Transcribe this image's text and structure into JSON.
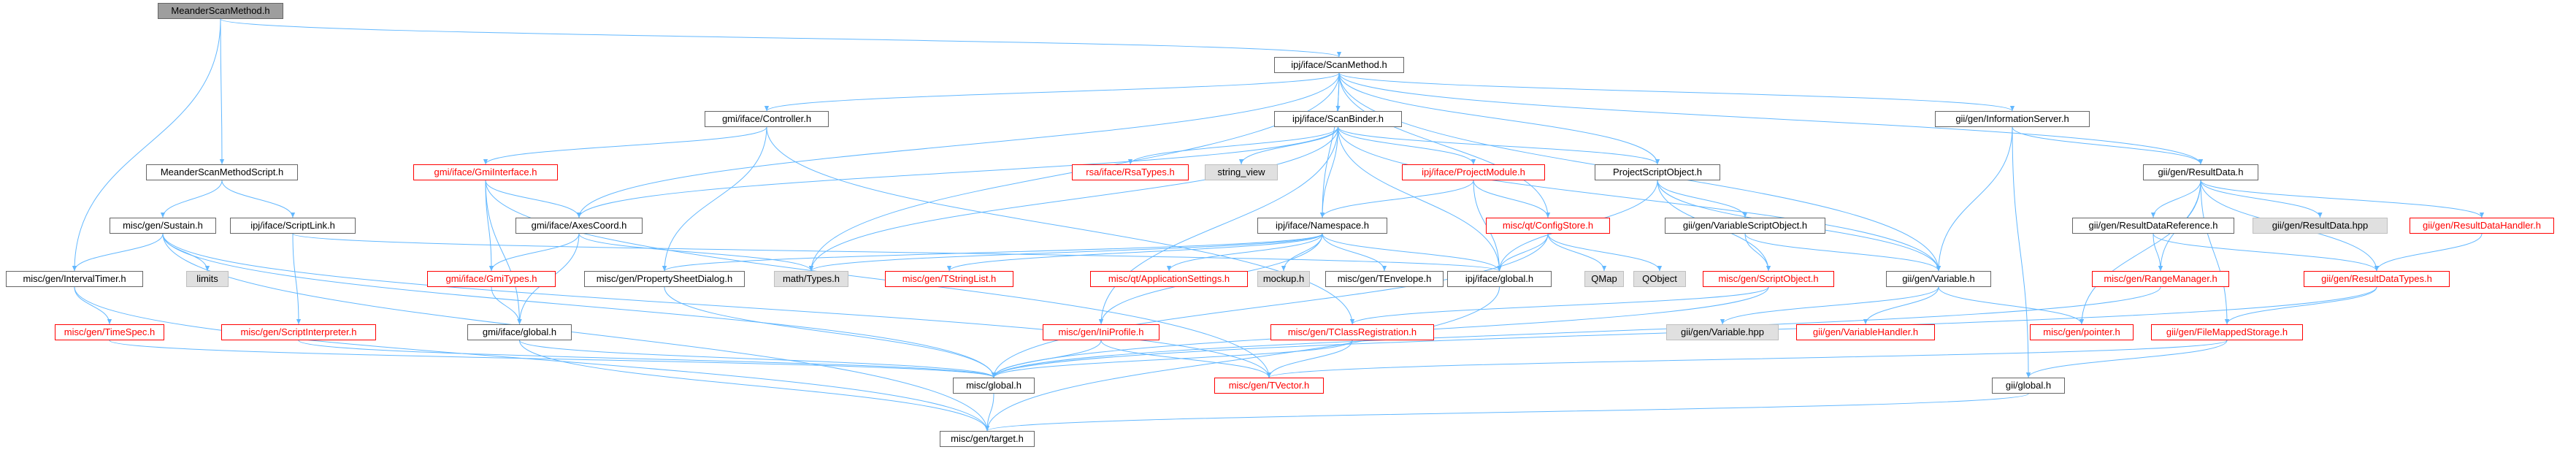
{
  "graph": {
    "edge_color": "#63b8ff",
    "nodes": [
      {
        "id": "root",
        "label": "MeanderScanMethod.h",
        "style": "root"
      },
      {
        "id": "scanmethod",
        "label": "ipj/iface/ScanMethod.h",
        "style": "normal"
      },
      {
        "id": "controller",
        "label": "gmi/iface/Controller.h",
        "style": "normal"
      },
      {
        "id": "scanbinder",
        "label": "ipj/iface/ScanBinder.h",
        "style": "normal"
      },
      {
        "id": "infoserver",
        "label": "gii/gen/InformationServer.h",
        "style": "normal"
      },
      {
        "id": "meanderscript",
        "label": "MeanderScanMethodScript.h",
        "style": "normal"
      },
      {
        "id": "gmiinterface",
        "label": "gmi/iface/GmiInterface.h",
        "style": "red"
      },
      {
        "id": "rsatypes",
        "label": "rsa/iface/RsaTypes.h",
        "style": "red"
      },
      {
        "id": "stringview",
        "label": "string_view",
        "style": "gray"
      },
      {
        "id": "projectmodule",
        "label": "ipj/iface/ProjectModule.h",
        "style": "red"
      },
      {
        "id": "projectscript",
        "label": "ProjectScriptObject.h",
        "style": "normal"
      },
      {
        "id": "resultdata",
        "label": "gii/gen/ResultData.h",
        "style": "normal"
      },
      {
        "id": "sustain",
        "label": "misc/gen/Sustain.h",
        "style": "normal"
      },
      {
        "id": "scriptlink",
        "label": "ipj/iface/ScriptLink.h",
        "style": "normal"
      },
      {
        "id": "axescoord",
        "label": "gmi/iface/AxesCoord.h",
        "style": "normal"
      },
      {
        "id": "namespace",
        "label": "ipj/iface/Namespace.h",
        "style": "normal"
      },
      {
        "id": "configstore",
        "label": "misc/qt/ConfigStore.h",
        "style": "red"
      },
      {
        "id": "variablescript",
        "label": "gii/gen/VariableScriptObject.h",
        "style": "normal"
      },
      {
        "id": "resultdataref",
        "label": "gii/gen/ResultDataReference.h",
        "style": "normal"
      },
      {
        "id": "resultdatahpp",
        "label": "gii/gen/ResultData.hpp",
        "style": "gray"
      },
      {
        "id": "resultdatahandler",
        "label": "gii/gen/ResultDataHandler.h",
        "style": "red"
      },
      {
        "id": "limits",
        "label": "limits",
        "style": "gray"
      },
      {
        "id": "intervaltimer",
        "label": "misc/gen/IntervalTimer.h",
        "style": "normal"
      },
      {
        "id": "gmitypes",
        "label": "gmi/iface/GmiTypes.h",
        "style": "red"
      },
      {
        "id": "propsheet",
        "label": "misc/gen/PropertySheetDialog.h",
        "style": "normal"
      },
      {
        "id": "mathtypes",
        "label": "math/Types.h",
        "style": "gray"
      },
      {
        "id": "tstringlist",
        "label": "misc/gen/TStringList.h",
        "style": "red"
      },
      {
        "id": "appsettings",
        "label": "misc/qt/ApplicationSettings.h",
        "style": "red"
      },
      {
        "id": "mockup",
        "label": "mockup.h",
        "style": "gray"
      },
      {
        "id": "tenvelope",
        "label": "misc/gen/TEnvelope.h",
        "style": "normal"
      },
      {
        "id": "ipjglobal",
        "label": "ipj/iface/global.h",
        "style": "normal"
      },
      {
        "id": "qmap",
        "label": "QMap",
        "style": "gray"
      },
      {
        "id": "qobject",
        "label": "QObject",
        "style": "gray"
      },
      {
        "id": "scriptobject",
        "label": "misc/gen/ScriptObject.h",
        "style": "red"
      },
      {
        "id": "variable",
        "label": "gii/gen/Variable.h",
        "style": "normal"
      },
      {
        "id": "rangemanager",
        "label": "misc/gen/RangeManager.h",
        "style": "red"
      },
      {
        "id": "resultdatatypes",
        "label": "gii/gen/ResultDataTypes.h",
        "style": "red"
      },
      {
        "id": "timespec",
        "label": "misc/gen/TimeSpec.h",
        "style": "red"
      },
      {
        "id": "scriptinterpreter",
        "label": "misc/gen/ScriptInterpreter.h",
        "style": "red"
      },
      {
        "id": "gmiglobal",
        "label": "gmi/iface/global.h",
        "style": "normal"
      },
      {
        "id": "iniprofile",
        "label": "misc/gen/IniProfile.h",
        "style": "red"
      },
      {
        "id": "tclassreg",
        "label": "misc/gen/TClassRegistration.h",
        "style": "red"
      },
      {
        "id": "variablehpp",
        "label": "gii/gen/Variable.hpp",
        "style": "gray"
      },
      {
        "id": "variablehandler",
        "label": "gii/gen/VariableHandler.h",
        "style": "red"
      },
      {
        "id": "pointer",
        "label": "misc/gen/pointer.h",
        "style": "red"
      },
      {
        "id": "filemapped",
        "label": "gii/gen/FileMappedStorage.h",
        "style": "red"
      },
      {
        "id": "miscglobal",
        "label": "misc/global.h",
        "style": "normal"
      },
      {
        "id": "tvector",
        "label": "misc/gen/TVector.h",
        "style": "red"
      },
      {
        "id": "giiglobal",
        "label": "gii/global.h",
        "style": "normal"
      },
      {
        "id": "target",
        "label": "misc/gen/target.h",
        "style": "normal"
      }
    ],
    "edges": [
      [
        "root",
        "scanmethod"
      ],
      [
        "root",
        "meanderscript"
      ],
      [
        "root",
        "intervaltimer"
      ],
      [
        "scanmethod",
        "controller"
      ],
      [
        "scanmethod",
        "scanbinder"
      ],
      [
        "scanmethod",
        "infoserver"
      ],
      [
        "scanmethod",
        "axescoord"
      ],
      [
        "scanmethod",
        "namespace"
      ],
      [
        "scanmethod",
        "projectscript"
      ],
      [
        "scanmethod",
        "resultdata"
      ],
      [
        "scanmethod",
        "configstore"
      ],
      [
        "scanmethod",
        "mathtypes"
      ],
      [
        "scanmethod",
        "variable"
      ],
      [
        "controller",
        "gmiinterface"
      ],
      [
        "controller",
        "propsheet"
      ],
      [
        "controller",
        "tclassreg"
      ],
      [
        "scanbinder",
        "rsatypes"
      ],
      [
        "scanbinder",
        "stringview"
      ],
      [
        "scanbinder",
        "projectmodule"
      ],
      [
        "scanbinder",
        "projectscript"
      ],
      [
        "scanbinder",
        "namespace"
      ],
      [
        "scanbinder",
        "axescoord"
      ],
      [
        "scanbinder",
        "mathtypes"
      ],
      [
        "scanbinder",
        "variable"
      ],
      [
        "scanbinder",
        "ipjglobal"
      ],
      [
        "scanbinder",
        "iniprofile"
      ],
      [
        "infoserver",
        "resultdata"
      ],
      [
        "infoserver",
        "variable"
      ],
      [
        "infoserver",
        "giiglobal"
      ],
      [
        "meanderscript",
        "sustain"
      ],
      [
        "meanderscript",
        "scriptlink"
      ],
      [
        "gmiinterface",
        "axescoord"
      ],
      [
        "gmiinterface",
        "gmitypes"
      ],
      [
        "gmiinterface",
        "gmiglobal"
      ],
      [
        "gmiinterface",
        "tvector"
      ],
      [
        "projectmodule",
        "namespace"
      ],
      [
        "projectmodule",
        "configstore"
      ],
      [
        "projectmodule",
        "ipjglobal"
      ],
      [
        "projectscript",
        "variablescript"
      ],
      [
        "projectscript",
        "scriptobject"
      ],
      [
        "projectscript",
        "ipjglobal"
      ],
      [
        "projectscript",
        "variable"
      ],
      [
        "resultdata",
        "resultdataref"
      ],
      [
        "resultdata",
        "resultdatahpp"
      ],
      [
        "resultdata",
        "resultdatahandler"
      ],
      [
        "resultdata",
        "rangemanager"
      ],
      [
        "resultdata",
        "resultdatatypes"
      ],
      [
        "resultdata",
        "pointer"
      ],
      [
        "resultdata",
        "filemapped"
      ],
      [
        "sustain",
        "limits"
      ],
      [
        "sustain",
        "intervaltimer"
      ],
      [
        "sustain",
        "miscglobal"
      ],
      [
        "sustain",
        "target"
      ],
      [
        "sustain",
        "tvector"
      ],
      [
        "scriptlink",
        "scriptinterpreter"
      ],
      [
        "scriptlink",
        "ipjglobal"
      ],
      [
        "axescoord",
        "gmitypes"
      ],
      [
        "axescoord",
        "gmiglobal"
      ],
      [
        "axescoord",
        "mathtypes"
      ],
      [
        "namespace",
        "propsheet"
      ],
      [
        "namespace",
        "mathtypes"
      ],
      [
        "namespace",
        "tstringlist"
      ],
      [
        "namespace",
        "appsettings"
      ],
      [
        "namespace",
        "mockup"
      ],
      [
        "namespace",
        "tenvelope"
      ],
      [
        "namespace",
        "ipjglobal"
      ],
      [
        "namespace",
        "iniprofile"
      ],
      [
        "configstore",
        "qmap"
      ],
      [
        "configstore",
        "qobject"
      ],
      [
        "configstore",
        "ipjglobal"
      ],
      [
        "configstore",
        "miscglobal"
      ],
      [
        "variablescript",
        "scriptobject"
      ],
      [
        "variablescript",
        "variable"
      ],
      [
        "resultdataref",
        "rangemanager"
      ],
      [
        "resultdataref",
        "resultdatatypes"
      ],
      [
        "resultdatahandler",
        "resultdatatypes"
      ],
      [
        "intervaltimer",
        "timespec"
      ],
      [
        "intervaltimer",
        "target"
      ],
      [
        "gmitypes",
        "gmiglobal"
      ],
      [
        "propsheet",
        "miscglobal"
      ],
      [
        "ipjglobal",
        "target"
      ],
      [
        "scriptobject",
        "tclassreg"
      ],
      [
        "scriptobject",
        "miscglobal"
      ],
      [
        "variable",
        "variablehpp"
      ],
      [
        "variable",
        "variablehandler"
      ],
      [
        "variable",
        "pointer"
      ],
      [
        "rangemanager",
        "miscglobal"
      ],
      [
        "resultdatatypes",
        "filemapped"
      ],
      [
        "resultdatatypes",
        "miscglobal"
      ],
      [
        "timespec",
        "miscglobal"
      ],
      [
        "scriptinterpreter",
        "miscglobal"
      ],
      [
        "gmiglobal",
        "target"
      ],
      [
        "gmiglobal",
        "miscglobal"
      ],
      [
        "iniprofile",
        "miscglobal"
      ],
      [
        "iniprofile",
        "tvector"
      ],
      [
        "tclassreg",
        "miscglobal"
      ],
      [
        "tclassreg",
        "tvector"
      ],
      [
        "filemapped",
        "giiglobal"
      ],
      [
        "filemapped",
        "tvector"
      ],
      [
        "miscglobal",
        "target"
      ],
      [
        "giiglobal",
        "target"
      ]
    ]
  }
}
